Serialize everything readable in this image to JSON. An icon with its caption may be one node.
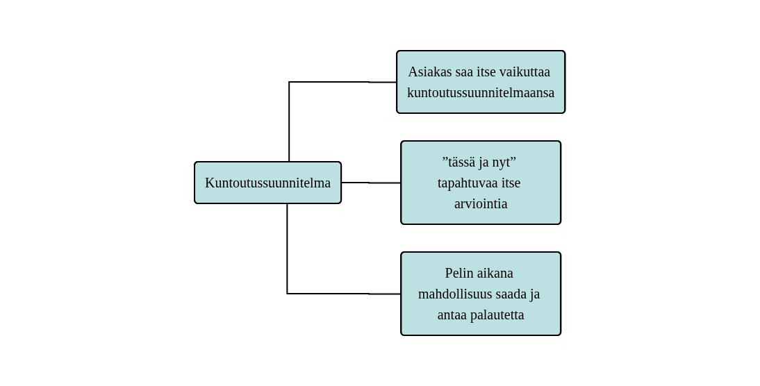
{
  "diagram": {
    "nodes": [
      {
        "text": [
          "Kuntoutussuunnitelma"
        ]
      },
      {
        "text": [
          "Asiakas saa itse vaikuttaa kuntoutussuunnitelmaansa"
        ]
      },
      {
        "text": [
          "”tässä ja nyt” tapahtuvaa itse arviointia"
        ]
      },
      {
        "text": [
          "Pelin aikana mahdollisuus saada ja antaa palautetta"
        ]
      }
    ],
    "edges": [
      {
        "from": 0,
        "to": 1,
        "arrow": "none"
      },
      {
        "from": 0,
        "to": 2,
        "arrow": "none"
      },
      {
        "from": 0,
        "to": 3,
        "arrow": "none"
      }
    ]
  }
}
